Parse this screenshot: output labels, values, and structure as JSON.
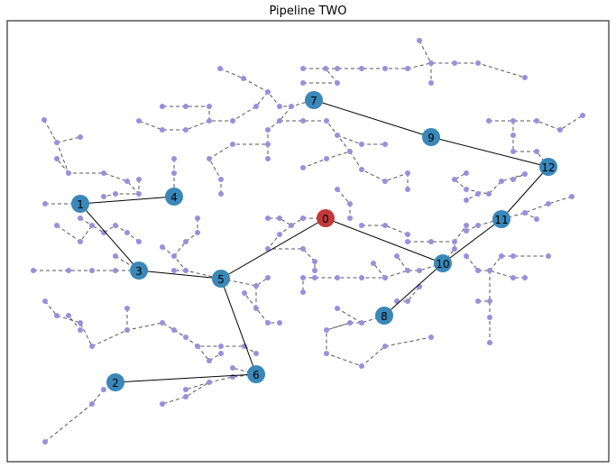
{
  "title": "Pipeline TWO",
  "colors": {
    "main_node": "#3a87b9",
    "root_node": "#c0393b",
    "sub_node": "#9a8fdc",
    "main_edge": "#000000",
    "sub_edge": "#555555",
    "frame": "#000000"
  },
  "main_nodes": [
    {
      "id": "0",
      "label": "0",
      "root": true
    },
    {
      "id": "1",
      "label": "1"
    },
    {
      "id": "2",
      "label": "2"
    },
    {
      "id": "3",
      "label": "3"
    },
    {
      "id": "4",
      "label": "4"
    },
    {
      "id": "5",
      "label": "5"
    },
    {
      "id": "6",
      "label": "6"
    },
    {
      "id": "7",
      "label": "7"
    },
    {
      "id": "8",
      "label": "8"
    },
    {
      "id": "9",
      "label": "9"
    },
    {
      "id": "10",
      "label": "10"
    },
    {
      "id": "11",
      "label": "11"
    },
    {
      "id": "12",
      "label": "12"
    }
  ],
  "main_edges": [
    [
      "0",
      "5"
    ],
    [
      "0",
      "10"
    ],
    [
      "1",
      "4"
    ],
    [
      "1",
      "3"
    ],
    [
      "3",
      "5"
    ],
    [
      "5",
      "6"
    ],
    [
      "6",
      "2"
    ],
    [
      "7",
      "9"
    ],
    [
      "9",
      "12"
    ],
    [
      "12",
      "11"
    ],
    [
      "11",
      "10"
    ],
    [
      "10",
      "8"
    ]
  ]
}
